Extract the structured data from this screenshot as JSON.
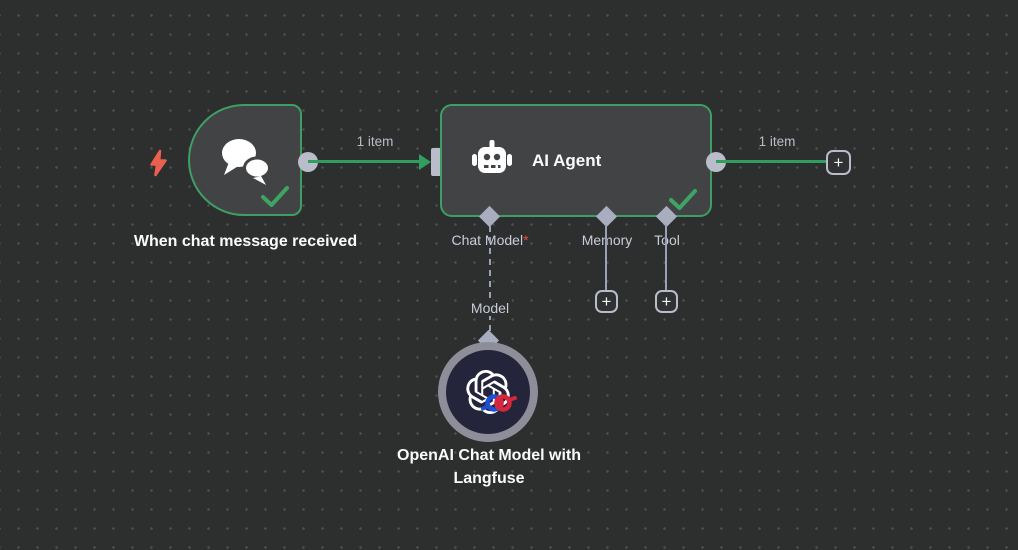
{
  "nodes": {
    "trigger": {
      "title": "When chat message received"
    },
    "agent": {
      "title": "AI Agent",
      "ports": [
        {
          "label": "Chat Model",
          "required_mark": "*"
        },
        {
          "label": "Memory"
        },
        {
          "label": "Tool"
        }
      ]
    },
    "model": {
      "title": "OpenAI Chat Model with Langfuse",
      "port_label": "Model"
    }
  },
  "connections": {
    "c1": {
      "label": "1 item"
    },
    "c2": {
      "label": "1 item"
    }
  },
  "glyphs": {
    "plus": "+"
  },
  "colors": {
    "background": "#2d2e2e",
    "node_fill": "#414345",
    "node_border_green": "#3f9e63",
    "connection_green": "#2f9e60",
    "check_green": "#3fa463",
    "endpoint_gray": "#b9bdc9",
    "diamond_gray": "#a8adc0",
    "sub_label_gray": "#c8ccd9",
    "required_red": "#e84e42",
    "bolt_red": "#ea6050",
    "model_ring_gray": "#8d8e99",
    "model_fill_navy": "#24243a"
  }
}
